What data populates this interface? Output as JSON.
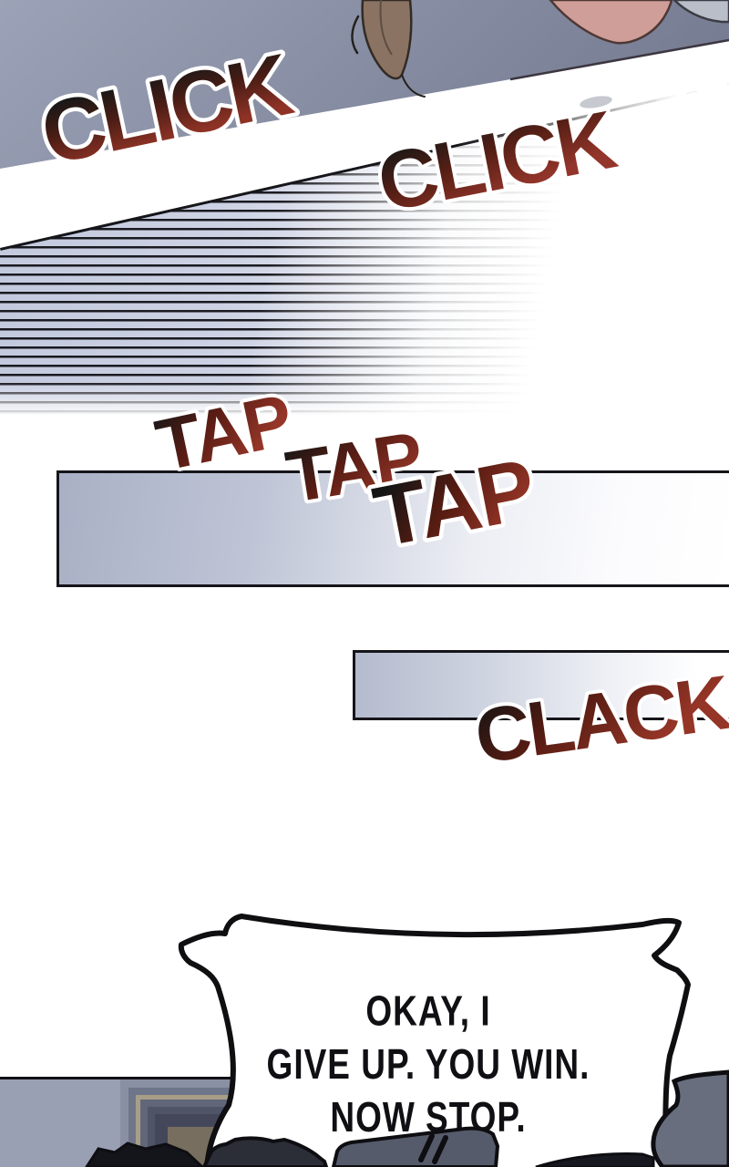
{
  "comic": {
    "sfx": {
      "click_1": "CLICK",
      "click_2": "CLICK",
      "tap_1": "TAP",
      "tap_2": "TAP",
      "tap_3": "TAP",
      "clack": "CLACK"
    },
    "speech_bubble": {
      "line_1": "OKAY, I",
      "line_2": "GIVE UP. YOU WIN.",
      "line_3": "NOW STOP."
    },
    "colors": {
      "sfx_gradient_dark": "#161616",
      "sfx_gradient_red": "#8e3226",
      "sfx_outline": "#ffffff",
      "panel_background_left": "#9aa0b5",
      "panel_background_right": "#7b8196",
      "speed_line_fill": "#c4cade",
      "speed_line_stroke": "#101016",
      "bar_fill": "#aab1c6",
      "wall": "#9aa0b3",
      "couch_gray": "#696e7e",
      "skin": "#cf9e98",
      "hair_brown": "#8a7363",
      "garment_gray": "#b9bec8",
      "bubble_fill": "#ffffff",
      "bubble_stroke": "#0f0f12"
    }
  }
}
